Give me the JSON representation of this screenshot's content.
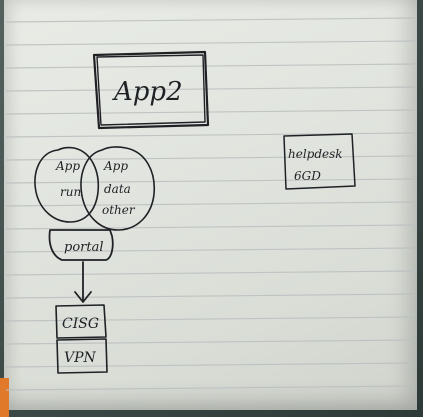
{
  "notes": {
    "app_box": "App2",
    "cloud_left": [
      "App",
      "run"
    ],
    "cloud_right": [
      "App",
      "data",
      "other"
    ],
    "portal_box": "portal",
    "stack_box_1": "CISG",
    "stack_box_2": "VPN",
    "helpdesk_box": [
      "helpdesk",
      "6GD"
    ]
  },
  "colors": {
    "paper": "#e2e5df",
    "ink": "#1f2125",
    "rule_line": "#b9bfc0",
    "background": "#3e4a48",
    "tab": "#e07a2a"
  }
}
